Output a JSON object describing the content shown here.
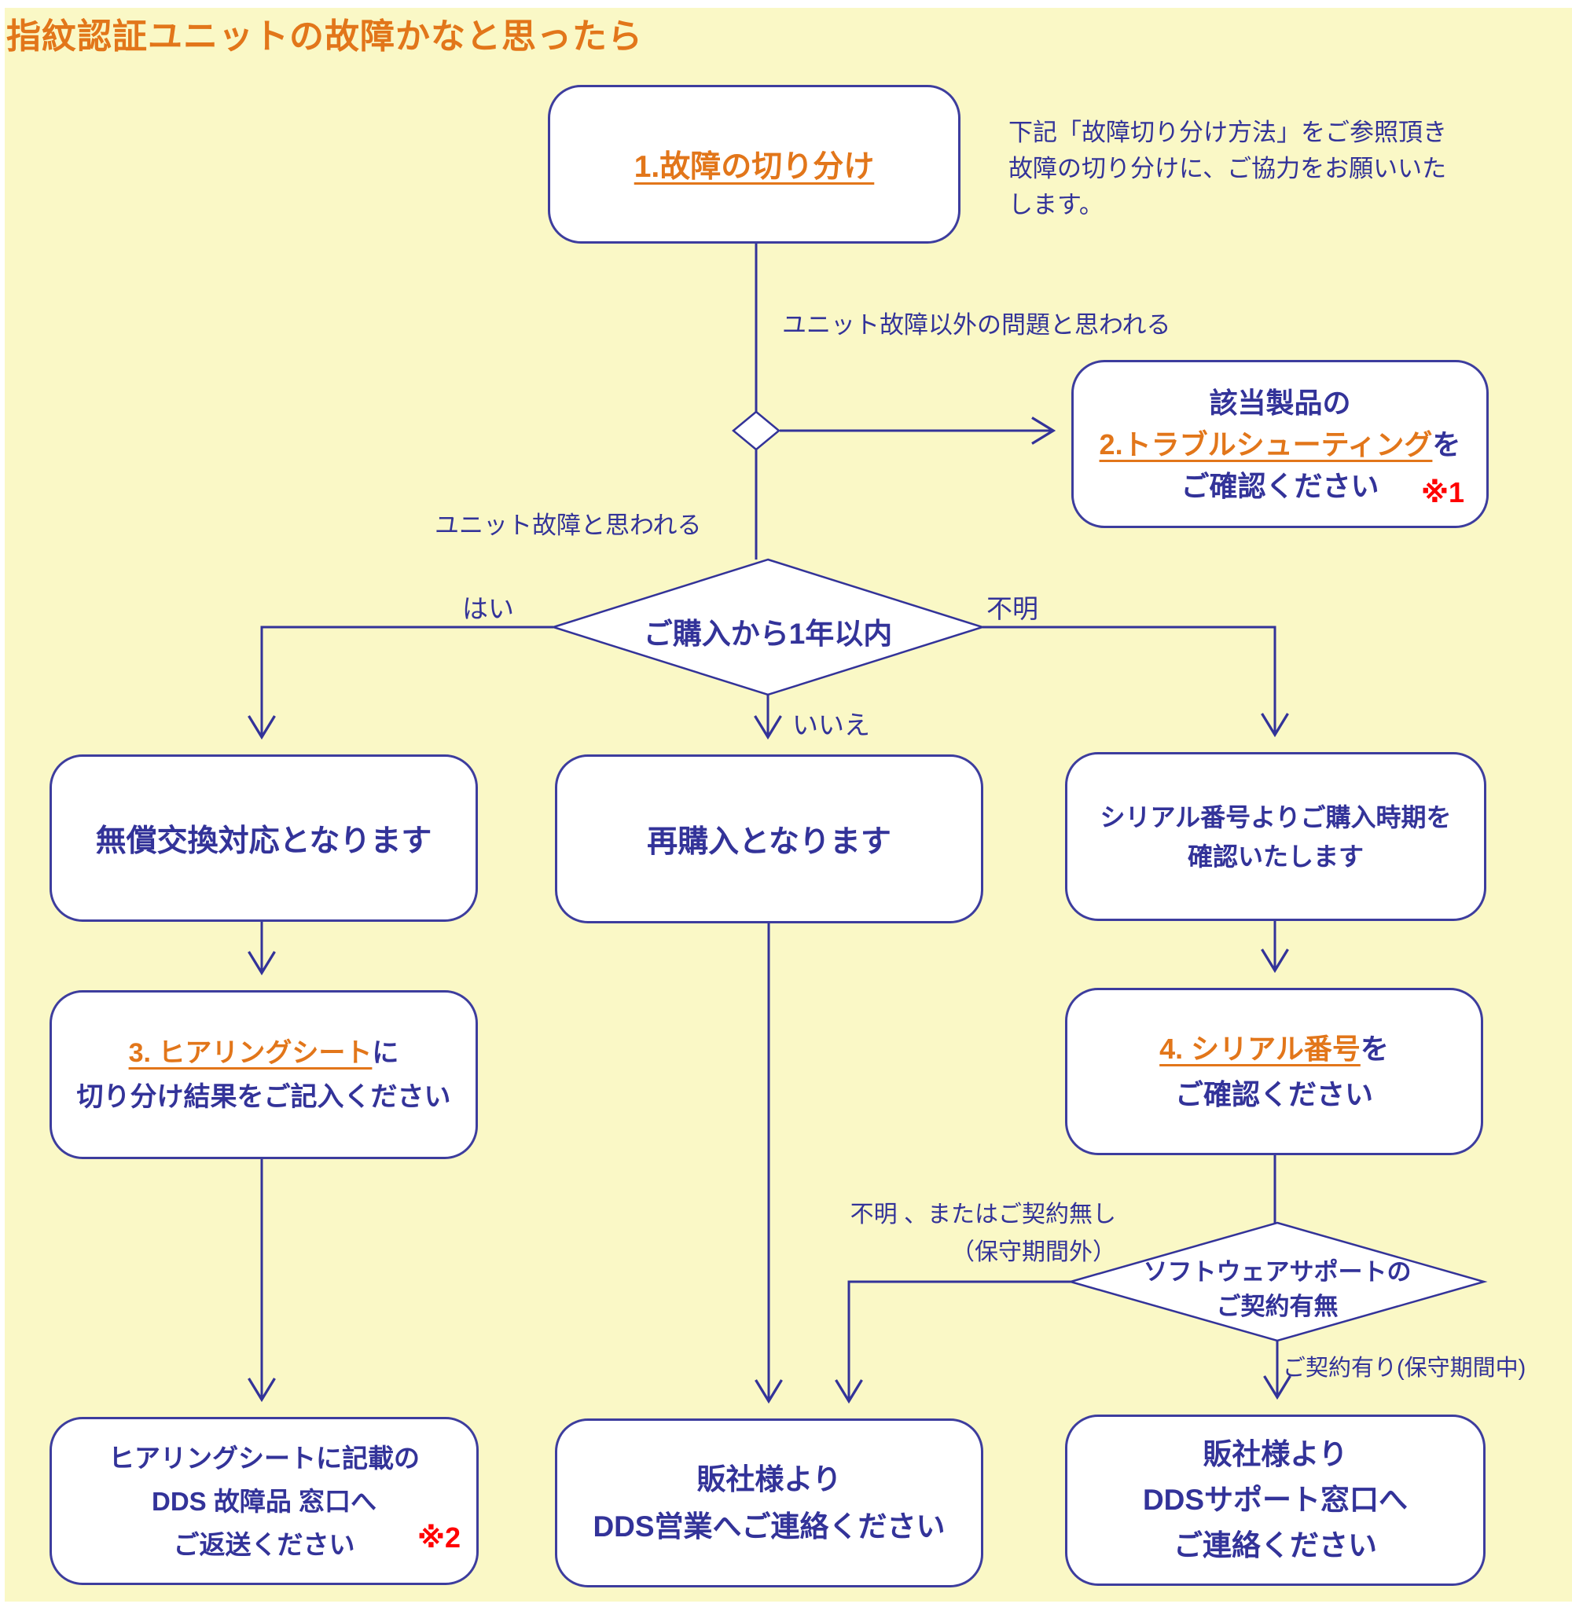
{
  "colors": {
    "background": "#FAF8C6",
    "navy": "#333399",
    "border_navy": "#3D3D9E",
    "orange": "#E2761A",
    "red": "#FF0000",
    "box_fill": "#FFFFFF"
  },
  "title": "指紋認証ユニットの故障かなと思ったら",
  "note": {
    "line1": "下記「故障切り分け方法」をご参照頂き",
    "line2": "故障の切り分けに、ご協力をお願いいた",
    "line3": "します。"
  },
  "nodes": {
    "fault_isolation": {
      "link": "1.故障の切り分け"
    },
    "troubleshooting": {
      "line1": "該当製品の",
      "link": "2.トラブルシューティング",
      "suffix": "を",
      "line3": "ご確認ください",
      "ref": "※1"
    },
    "free_exchange": {
      "label": "無償交換対応となります"
    },
    "repurchase": {
      "label": "再購入となります"
    },
    "serial_period_check": {
      "line1": "シリアル番号よりご購入時期を",
      "line2": "確認いたします"
    },
    "hearing_sheet": {
      "link": "3. ヒアリングシート",
      "suffix": "に",
      "line2": "切り分け結果をご記入ください"
    },
    "serial_number": {
      "link": "4. シリアル番号",
      "suffix": "を",
      "line2": "ご確認ください"
    },
    "return_item": {
      "line1": "ヒアリングシートに記載の",
      "line2": "DDS 故障品 窓口へ",
      "line3": "ご返送ください",
      "ref": "※2"
    },
    "contact_sales": {
      "line1": "販社様より",
      "line2": "DDS営業へご連絡ください"
    },
    "contact_support": {
      "line1": "販社様より",
      "line2": "DDSサポート窓口へ",
      "line3": "ご連絡ください"
    }
  },
  "decisions": {
    "within_one_year": {
      "label": "ご購入から1年以内"
    },
    "support_contract": {
      "line1": "ソフトウェアサポートの",
      "line2": "ご契約有無"
    }
  },
  "edge_labels": {
    "not_unit_fault": "ユニット故障以外の問題と思われる",
    "unit_fault": "ユニット故障と思われる",
    "yes": "はい",
    "unknown": "不明",
    "no": "いいえ",
    "no_contract_line1": "不明 、またはご契約無し",
    "no_contract_line2": "（保守期間外）",
    "has_contract": "ご契約有り(保守期間中)"
  }
}
